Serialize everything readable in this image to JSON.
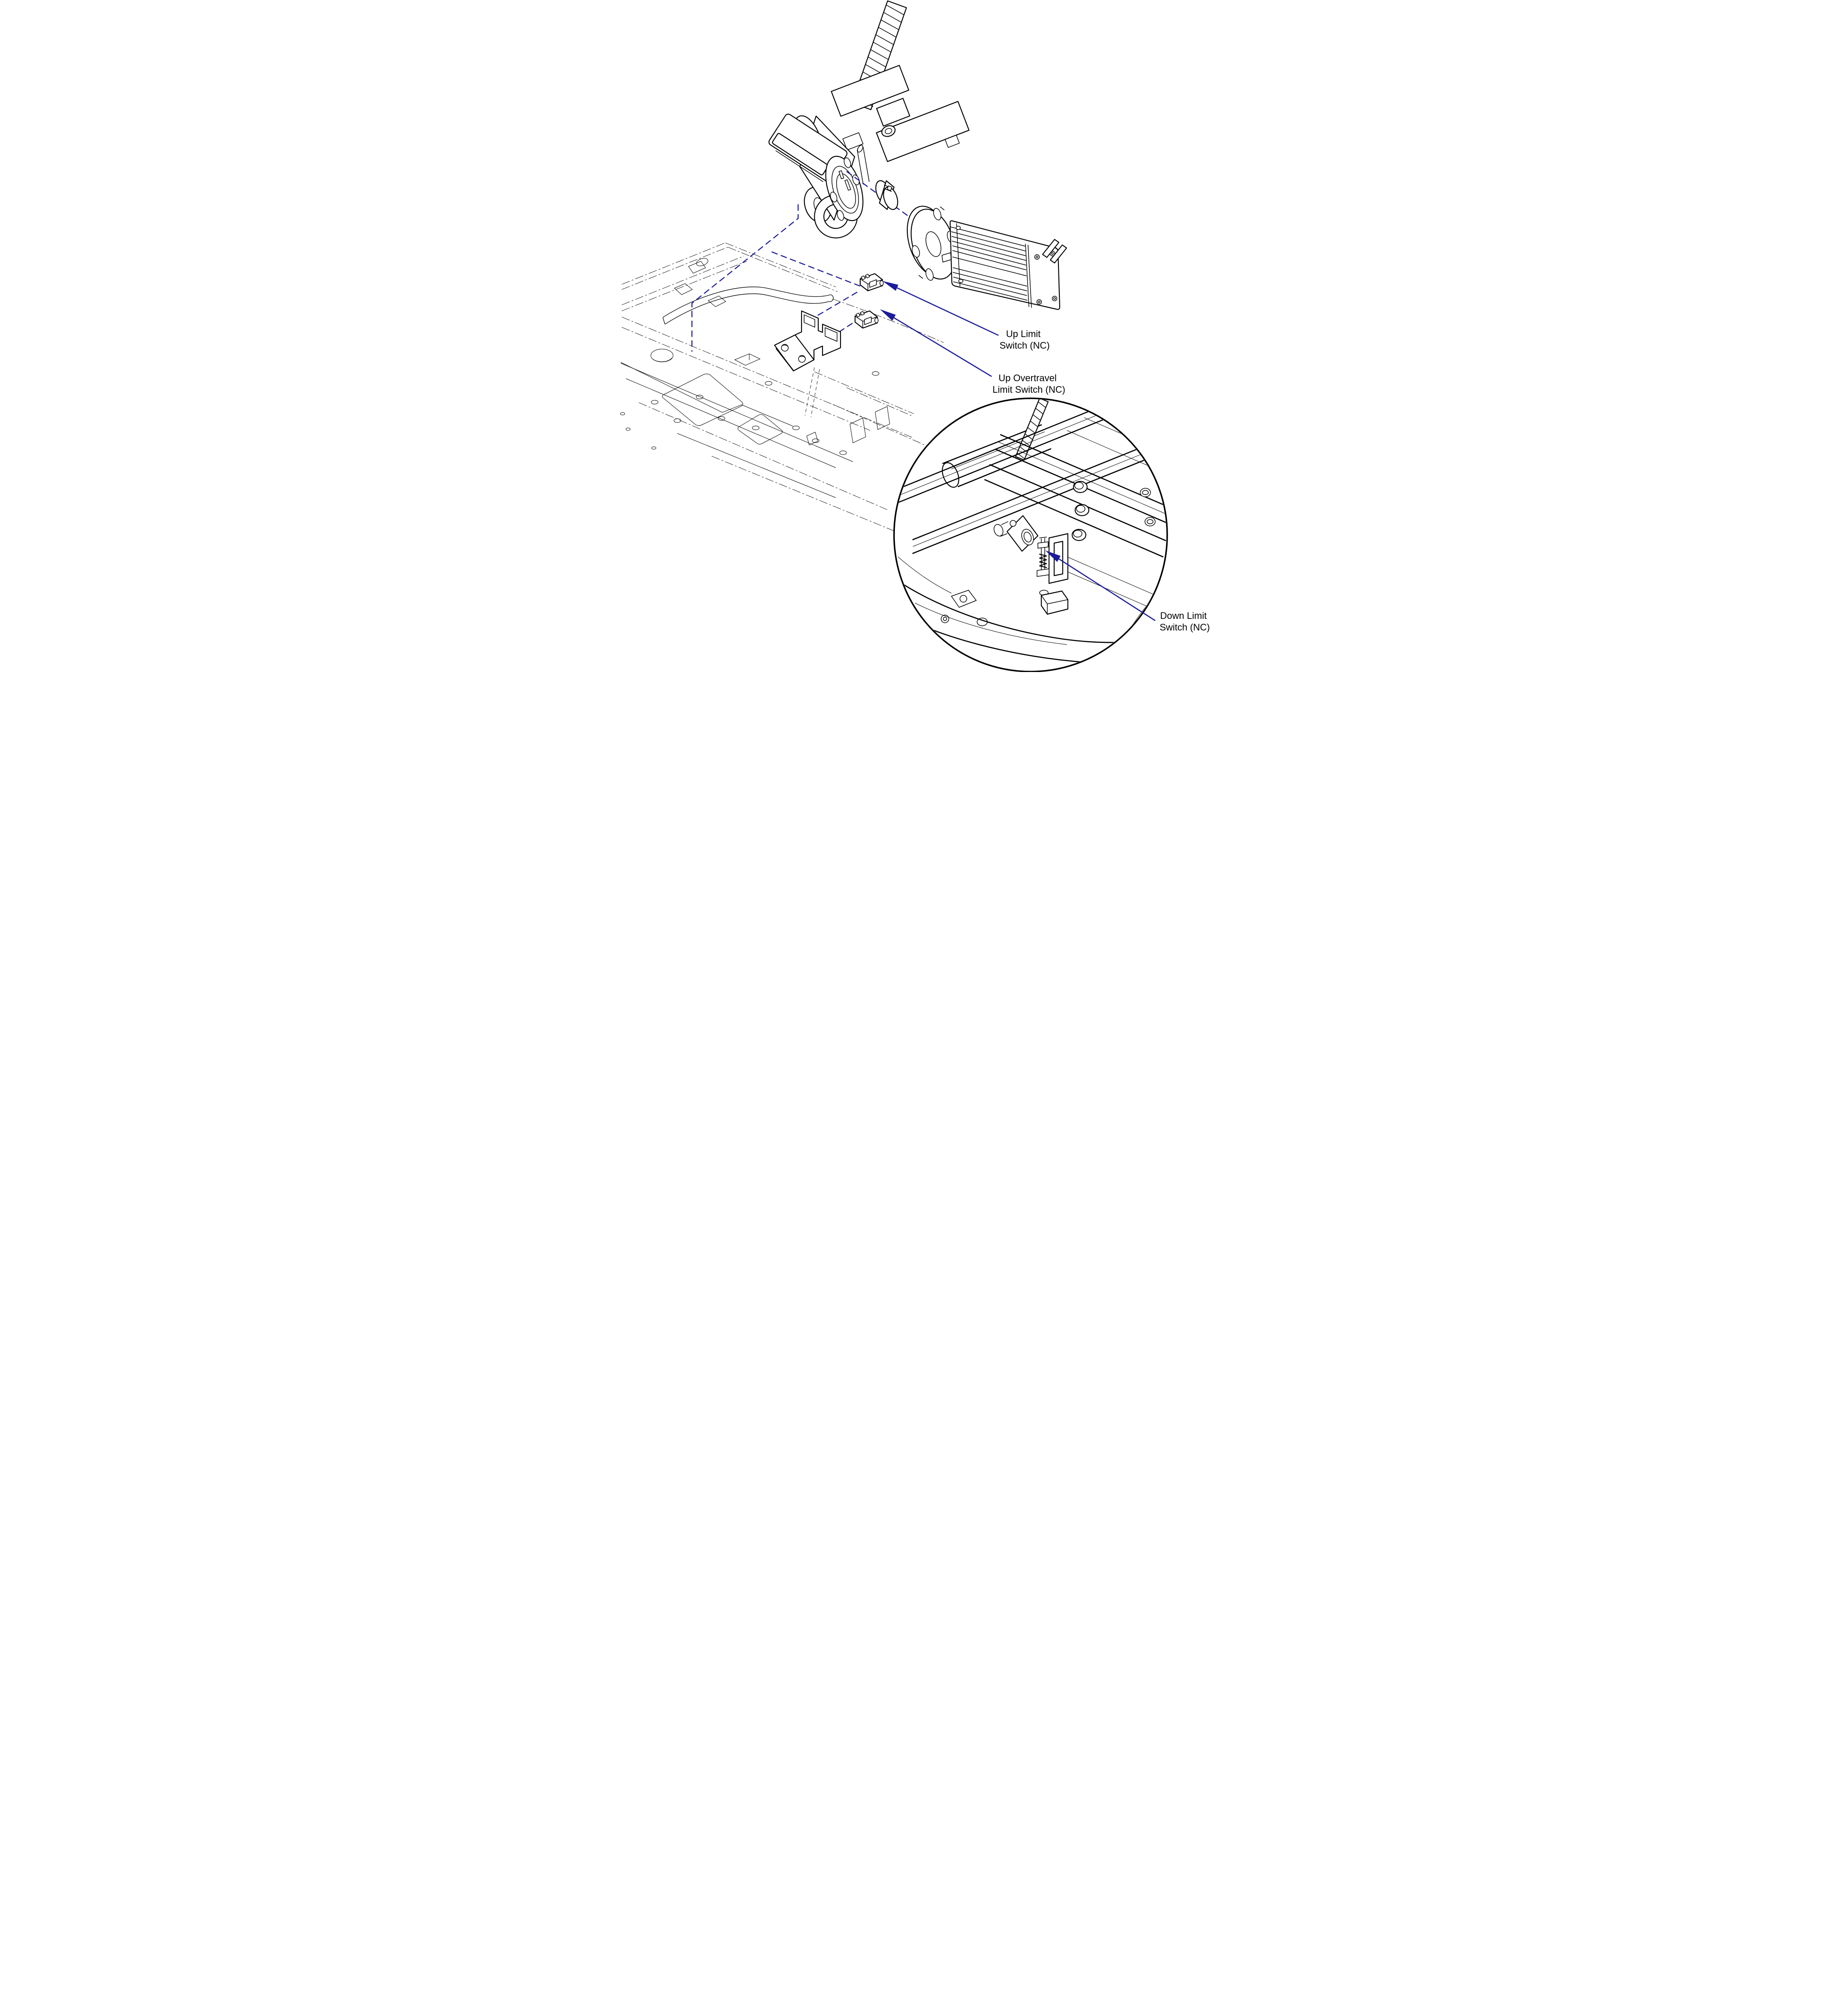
{
  "colors": {
    "accent": "#1b1b9b",
    "line": "#000000",
    "background": "#ffffff"
  },
  "labels": {
    "up_limit": {
      "line1": "Up Limit",
      "line2": "Switch (NC)"
    },
    "up_overtravel": {
      "line1": "Up Overtravel",
      "line2": "Limit Switch (NC)"
    },
    "down_limit": {
      "line1": "Down Limit",
      "line2": "Switch (NC)"
    }
  }
}
